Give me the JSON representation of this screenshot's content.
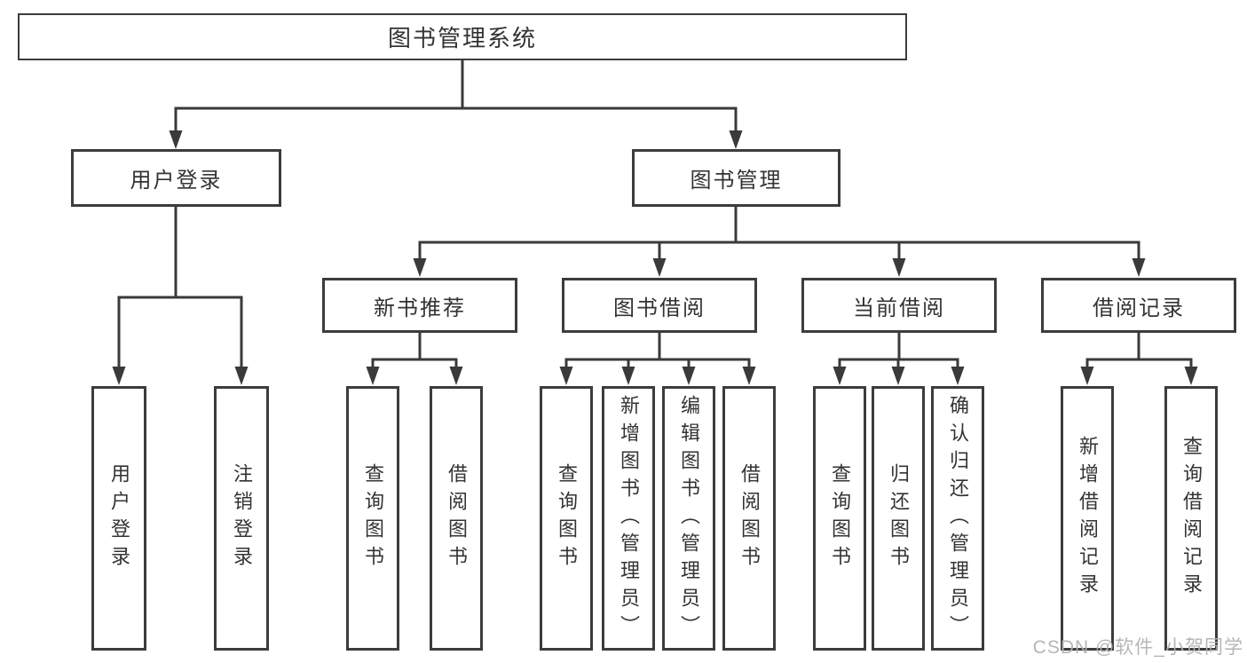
{
  "tree": {
    "label": "图书管理系统",
    "children": [
      {
        "label": "用户登录",
        "children": [
          {
            "label": "用户登录"
          },
          {
            "label": "注销登录"
          }
        ]
      },
      {
        "label": "图书管理",
        "children": [
          {
            "label": "新书推荐",
            "children": [
              {
                "label": "查询图书"
              },
              {
                "label": "借阅图书"
              }
            ]
          },
          {
            "label": "图书借阅",
            "children": [
              {
                "label": "查询图书"
              },
              {
                "label": "新增图书（管理员）"
              },
              {
                "label": "编辑图书（管理员）"
              },
              {
                "label": "借阅图书"
              }
            ]
          },
          {
            "label": "当前借阅",
            "children": [
              {
                "label": "查询图书"
              },
              {
                "label": "归还图书"
              },
              {
                "label": "确认归还（管理员）"
              }
            ]
          },
          {
            "label": "借阅记录",
            "children": [
              {
                "label": "新增借阅记录"
              },
              {
                "label": "查询借阅记录"
              }
            ]
          }
        ]
      }
    ]
  },
  "watermark": {
    "text": "CSDN @软件_小贺同学"
  },
  "colors": {
    "line": "#3a3a3a",
    "border": "#3c3c3c",
    "text": "#333333",
    "watermark": "#b2b2b2",
    "background": "#ffffff"
  }
}
